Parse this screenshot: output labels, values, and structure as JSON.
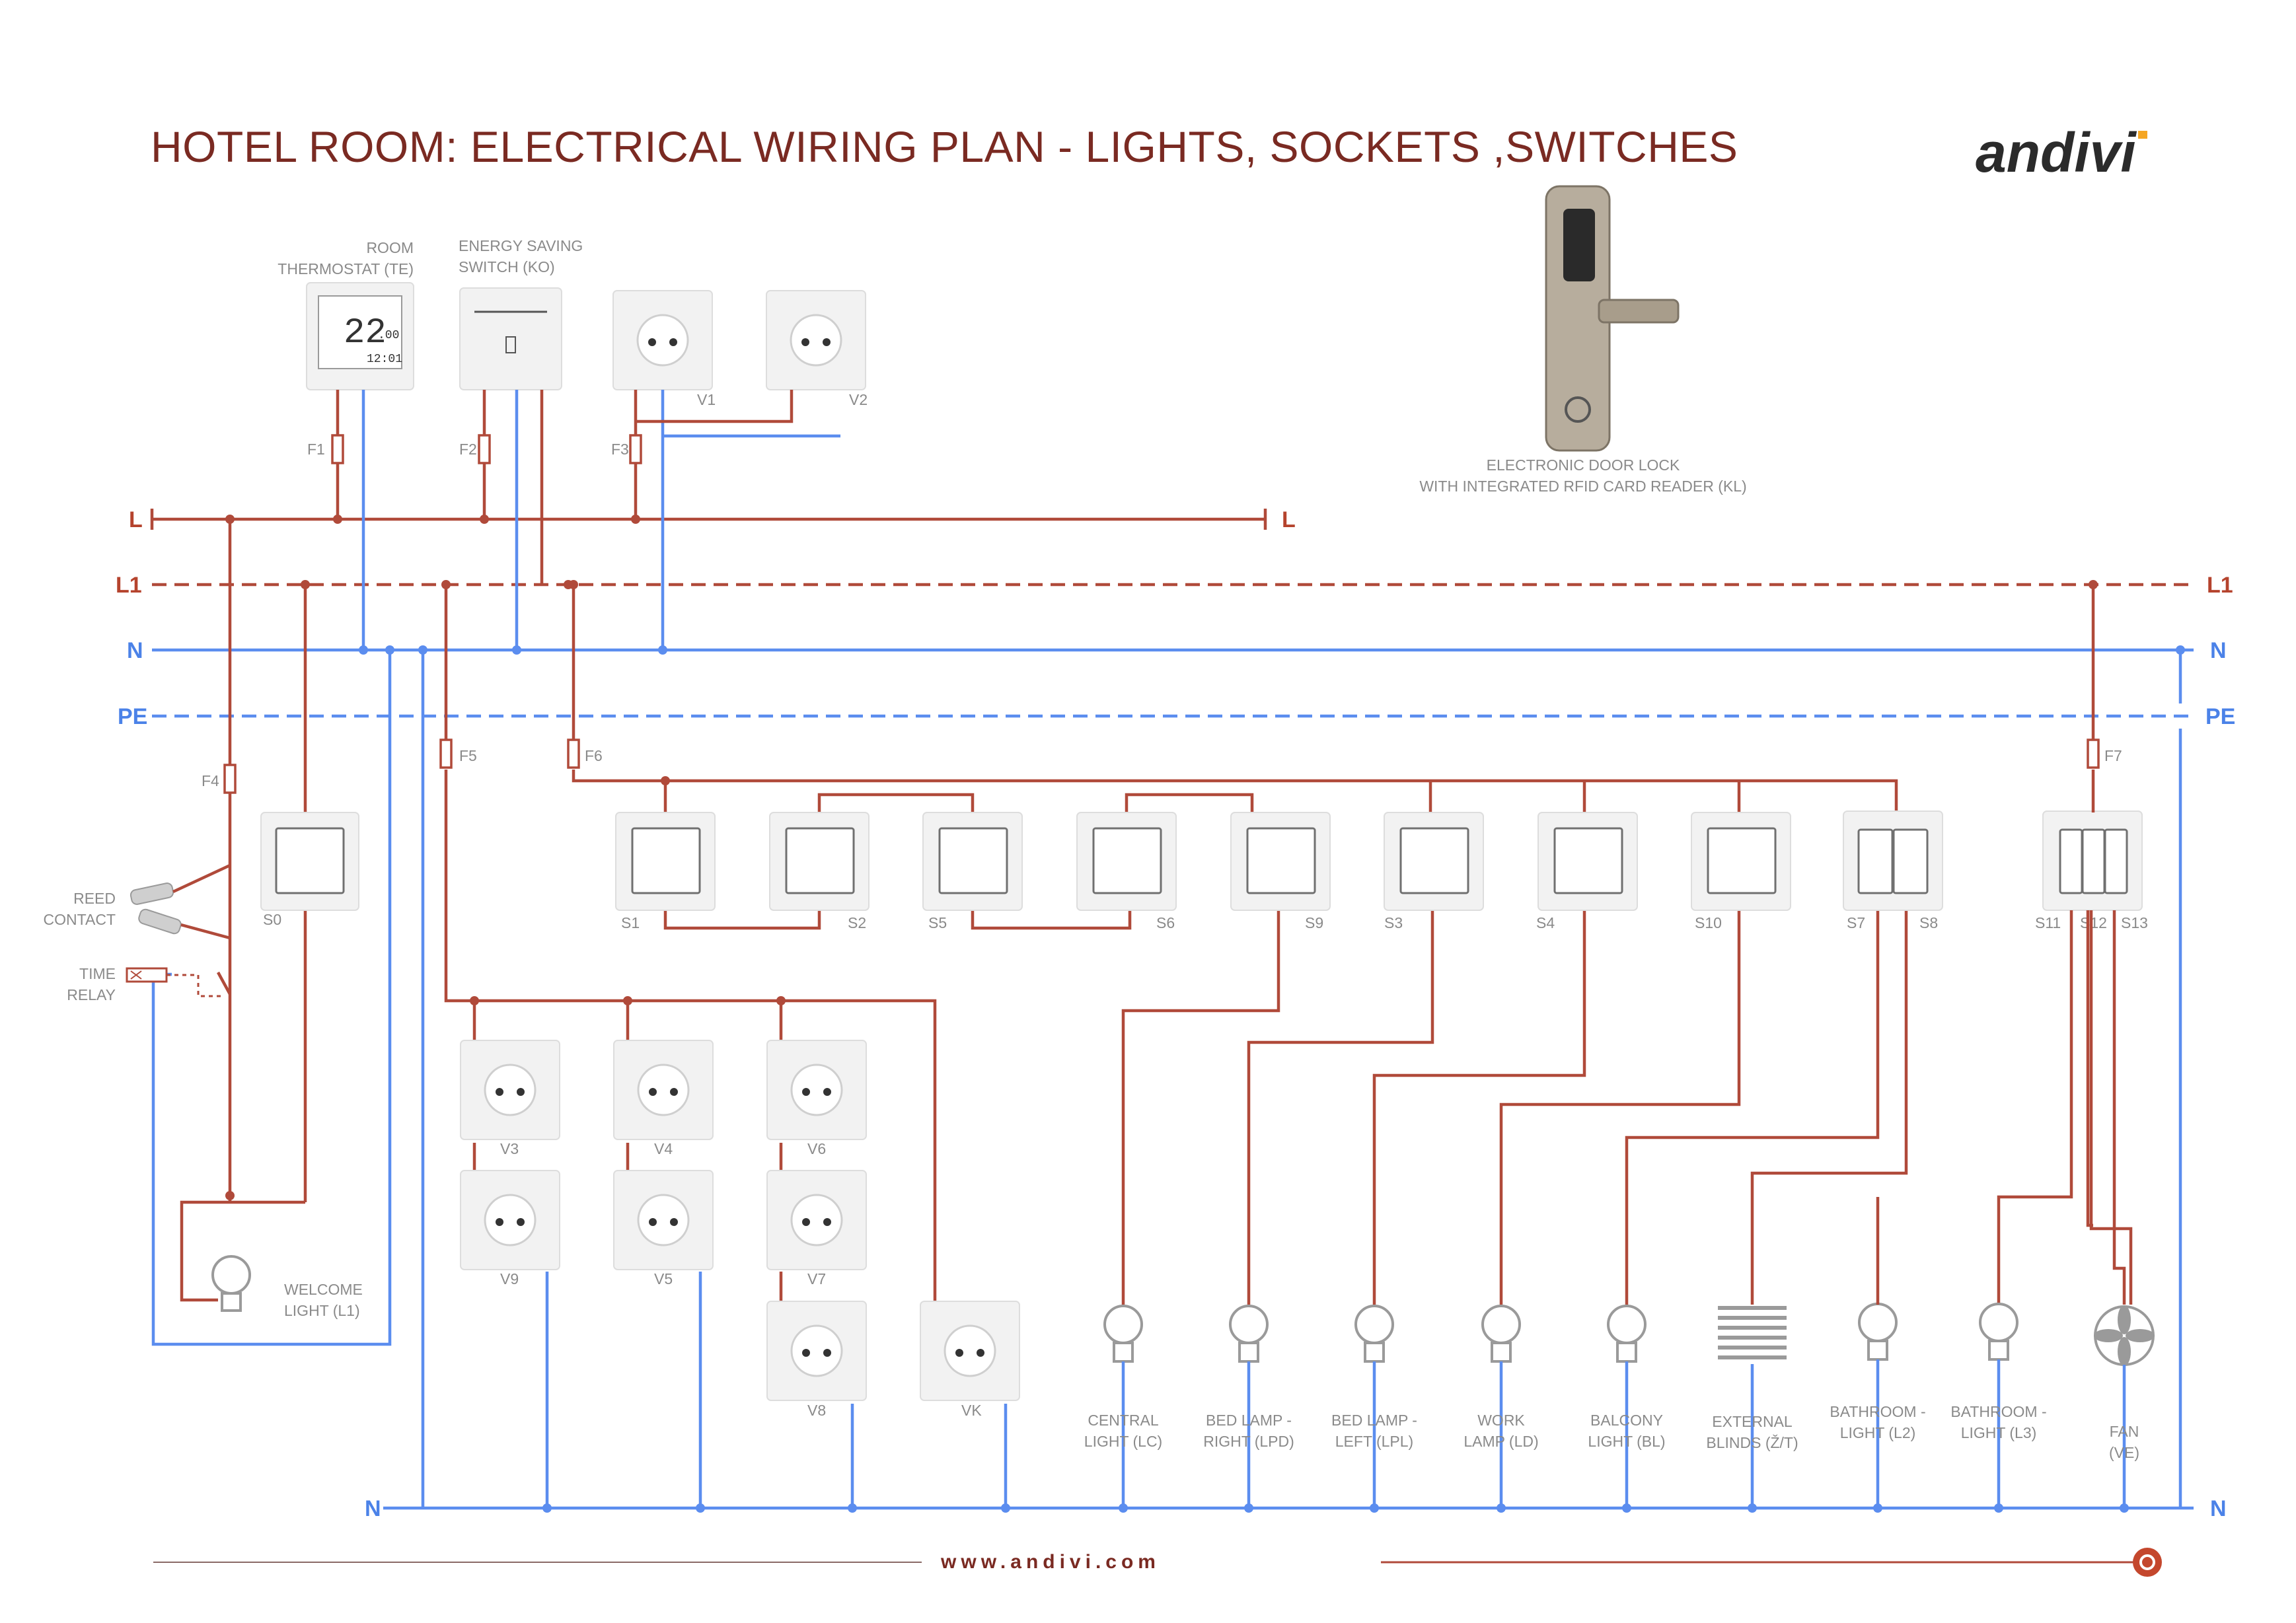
{
  "header": {
    "title": "HOTEL ROOM: ELECTRICAL WIRING PLAN - LIGHTS, SOCKETS ,SWITCHES",
    "brand": "andivi"
  },
  "footer": {
    "url": "www.andivi.com"
  },
  "colors": {
    "phase": "#b04a3a",
    "neutral": "#5b8def",
    "title": "#7a2a22",
    "label": "#8a8a8a"
  },
  "buses": {
    "L": "L",
    "L1": "L1",
    "N": "N",
    "PE": "PE"
  },
  "devices": {
    "thermostat": {
      "label_line1": "ROOM",
      "label_line2": "THERMOSTAT (TE)",
      "display_temp": "22",
      "display_decimal": ".00",
      "display_time": "12:01"
    },
    "energy_switch": {
      "label_line1": "ENERGY SAVING",
      "label_line2": "SWITCH (KO)"
    },
    "door_lock": {
      "label_line1": "ELECTRONIC DOOR LOCK",
      "label_line2": "WITH INTEGRATED RFID CARD READER (KL)"
    },
    "reed": {
      "label_line1": "REED",
      "label_line2": "CONTACT"
    },
    "time_relay": {
      "label_line1": "TIME",
      "label_line2": "RELAY"
    },
    "welcome_light": {
      "label_line1": "WELCOME",
      "label_line2": "LIGHT (L1)"
    }
  },
  "fuses": [
    "F1",
    "F2",
    "F3",
    "F4",
    "F5",
    "F6",
    "F7"
  ],
  "top_sockets": [
    "V1",
    "V2"
  ],
  "sockets": [
    "V3",
    "V4",
    "V6",
    "V9",
    "V5",
    "V7",
    "V8",
    "VK"
  ],
  "switches": {
    "s0": "S0",
    "s1": "S1",
    "s2": "S2",
    "s5": "S5",
    "s6": "S6",
    "s9": "S9",
    "s3": "S3",
    "s4": "S4",
    "s10": "S10",
    "s7": "S7",
    "s8": "S8",
    "s11": "S11",
    "s12": "S12",
    "s13": "S13"
  },
  "loads": [
    {
      "line1": "CENTRAL",
      "line2": "LIGHT (LC)"
    },
    {
      "line1": "BED LAMP -",
      "line2": "RIGHT (LPD)"
    },
    {
      "line1": "BED LAMP -",
      "line2": "LEFT (LPL)"
    },
    {
      "line1": "WORK",
      "line2": "LAMP (LD)"
    },
    {
      "line1": "BALCONY",
      "line2": "LIGHT (BL)"
    },
    {
      "line1": "EXTERNAL",
      "line2": "BLINDS (Ž/T)"
    },
    {
      "line1": "BATHROOM -",
      "line2": "LIGHT (L2)"
    },
    {
      "line1": "BATHROOM -",
      "line2": "LIGHT (L3)"
    },
    {
      "line1": "FAN",
      "line2": "(VE)"
    }
  ]
}
